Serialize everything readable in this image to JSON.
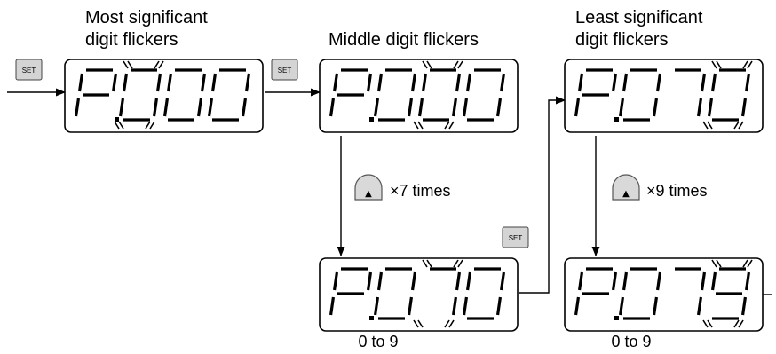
{
  "captions": {
    "most_significant": [
      "Most significant",
      "digit flickers"
    ],
    "middle": "Middle digit flickers",
    "least_significant": [
      "Least significant",
      "digit flickers"
    ]
  },
  "keys": {
    "set_label": "SET",
    "up_symbol": "▲"
  },
  "steps": {
    "middle_press": "×7 times",
    "least_press": "×9 times"
  },
  "ranges": {
    "middle": "0 to 9",
    "least": "0 to 9"
  },
  "displays": {
    "d1": "P.000",
    "d2": "P.000",
    "d3": "P.070",
    "d4": "P.070",
    "d5": "P.079"
  }
}
